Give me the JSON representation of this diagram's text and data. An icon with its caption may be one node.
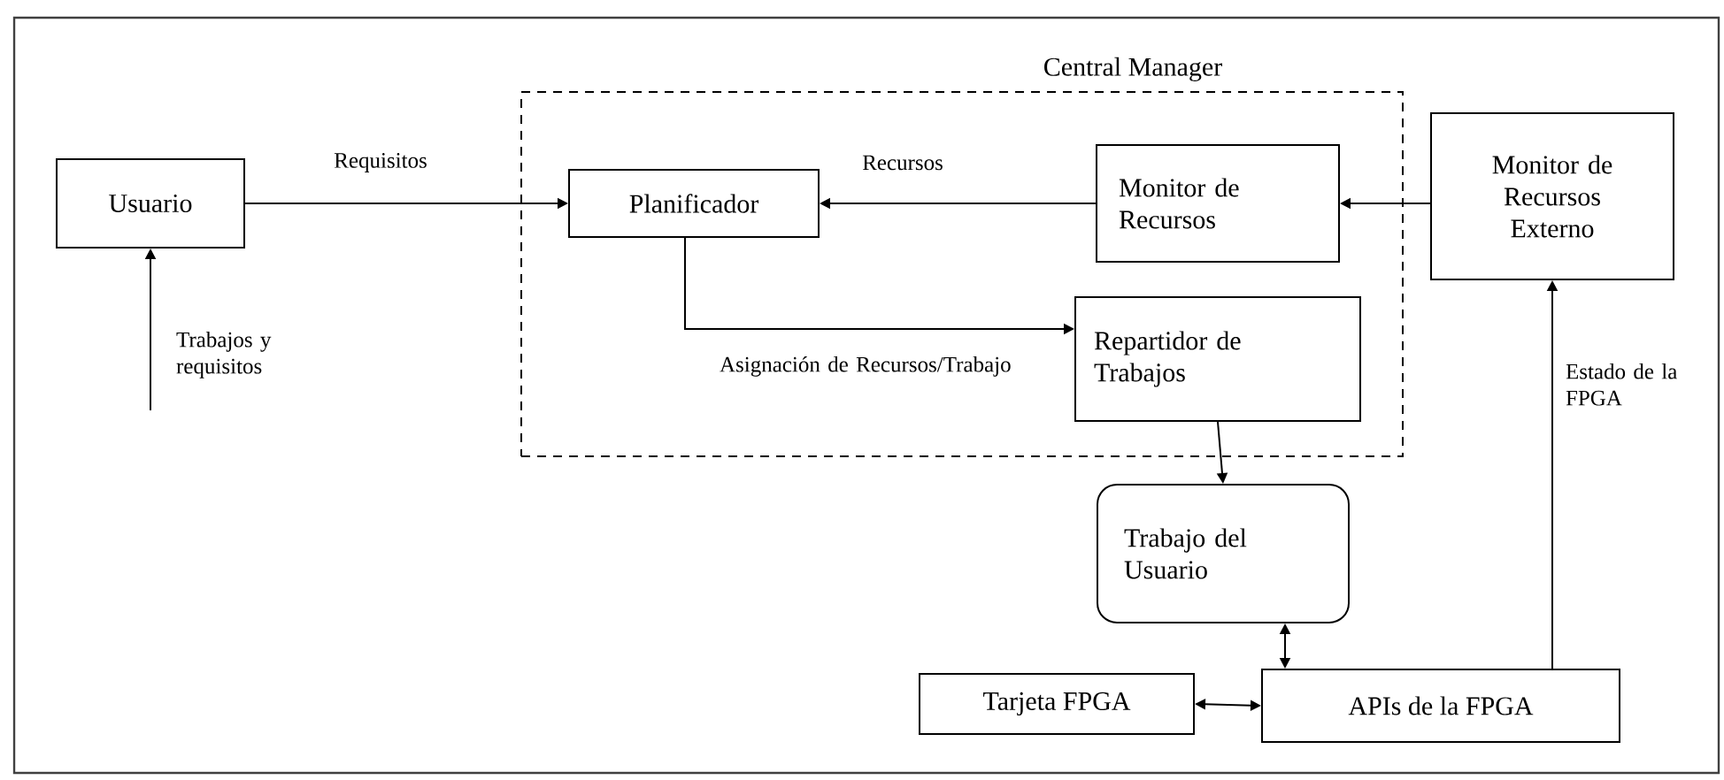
{
  "diagram": {
    "nodes": [
      {
        "text": [
          "Central Manager"
        ]
      },
      {
        "text": [
          "Usuario"
        ]
      },
      {
        "text": [
          "Planificador"
        ],
        "in": 0
      },
      {
        "text": [
          "Monitor de Recursos"
        ],
        "in": 0
      },
      {
        "text": [
          "Repartidor de Trabajos"
        ],
        "in": 0
      },
      {
        "text": [
          "Monitor de Recursos Externo"
        ]
      },
      {
        "text": [
          "Trabajo del Usuario"
        ]
      },
      {
        "text": [
          "Tarjeta FPGA"
        ]
      },
      {
        "text": [
          "APIs de la FPGA"
        ]
      }
    ],
    "edges": [
      {
        "from": null,
        "to": 1,
        "arrow": "to",
        "label": "Trabajos y requisitos"
      },
      {
        "from": 1,
        "to": 2,
        "arrow": "to",
        "label": "Requisitos"
      },
      {
        "from": 3,
        "to": 2,
        "arrow": "to",
        "label": "Recursos"
      },
      {
        "from": 2,
        "to": 4,
        "arrow": "to",
        "label": "Asignación de Recursos/Trabajo"
      },
      {
        "from": 5,
        "to": 3,
        "arrow": "to"
      },
      {
        "from": 4,
        "to": 6,
        "arrow": "to"
      },
      {
        "from": 6,
        "to": 8,
        "arrow": "both"
      },
      {
        "from": 7,
        "to": 8,
        "arrow": "both"
      },
      {
        "from": 8,
        "to": 5,
        "arrow": "to",
        "label": "Estado de la FPGA"
      }
    ]
  }
}
